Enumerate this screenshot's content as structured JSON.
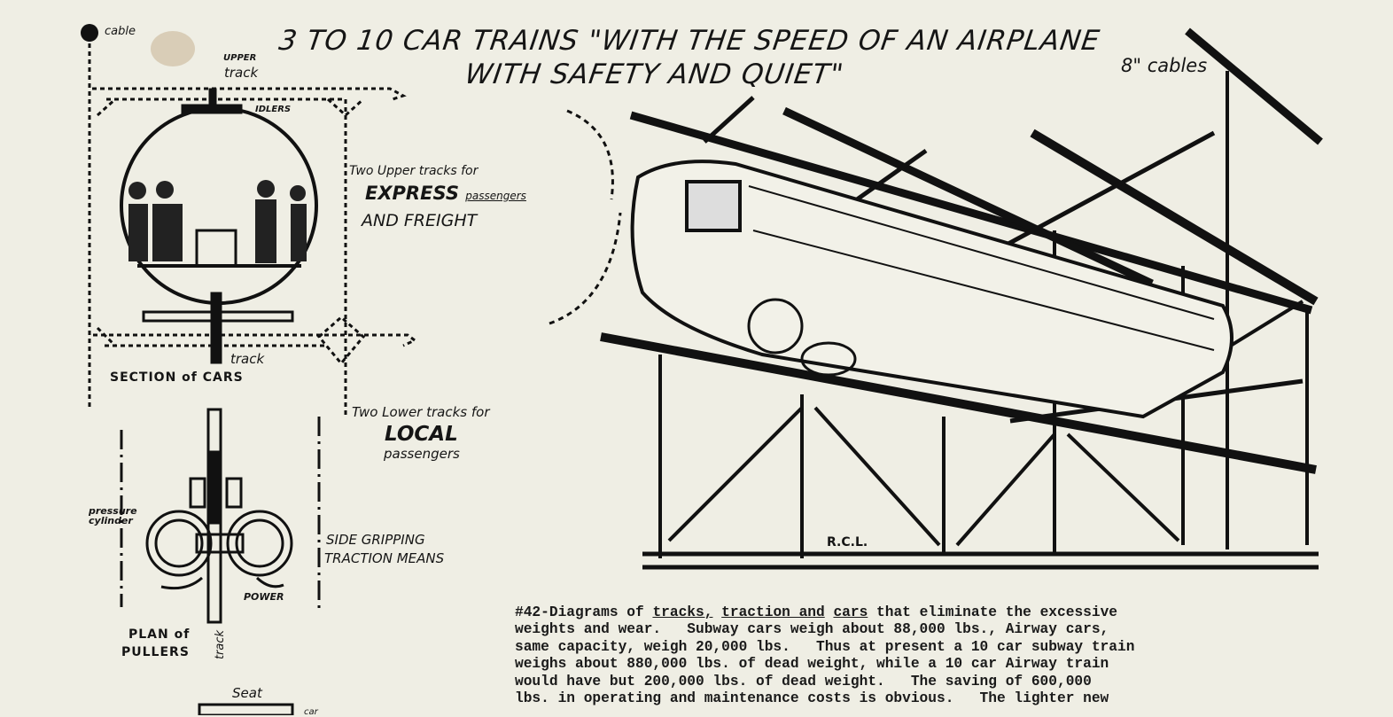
{
  "title": {
    "line1": "3 TO 10 CAR TRAINS \"WITH THE SPEED OF AN AIRPLANE",
    "line2": "WITH SAFETY AND QUIET\""
  },
  "labels": {
    "cable": "cable",
    "upper": "UPPER",
    "track_upper": "track",
    "idlers": "IDLERS",
    "two_upper": "Two Upper tracks for",
    "express": "EXPRESS",
    "passengers_express": "passengers",
    "and_freight": "AND FREIGHT",
    "track_lower": "track",
    "section_of_cars": "SECTION of CARS",
    "two_lower": "Two Lower tracks for",
    "local": "LOCAL",
    "passengers_local": "passengers",
    "pressure_cylinder": "pressure cylinder",
    "side_gripping": "SIDE GRIPPING",
    "traction_means": "TRACTION MEANS",
    "power": "POWER",
    "plan_of": "PLAN of",
    "pullers": "PULLERS",
    "track_vertical": "track",
    "seat": "Seat",
    "car": "car",
    "cables": "8\" cables",
    "signature": "R.C.L."
  },
  "caption": {
    "number": "#42-",
    "line1_pre": "Diagrams of ",
    "tracks": "tracks,",
    "traction": "traction and",
    "cars": "cars",
    "line1_post": " that eliminate the excessive",
    "line2": "weights and wear.   Subway cars weigh about 88,000 lbs., Airway cars,",
    "line3": "same capacity, weigh 20,000 lbs.   Thus at present a 10 car subway train",
    "line4": "weighs about 880,000 lbs. of dead weight, while a 10 car Airway train",
    "line5": "would have but 200,000 lbs. of dead weight.   The saving of 600,000",
    "line6": "lbs. in operating and maintenance costs is obvious.   The lighter new"
  }
}
